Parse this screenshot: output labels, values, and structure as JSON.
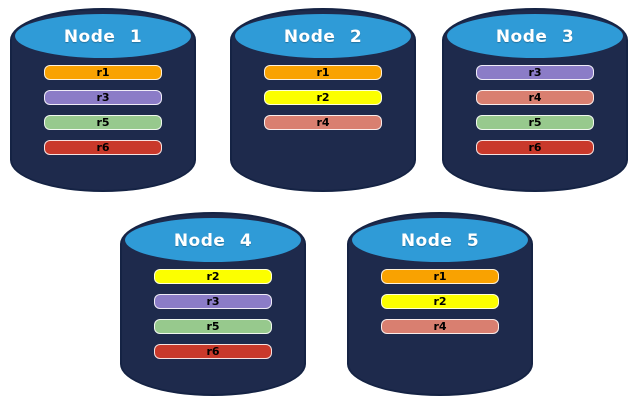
{
  "diagram": {
    "kind": "database-replica-distribution",
    "nodes": [
      {
        "label": "Node 1",
        "replicas": [
          "r1",
          "r3",
          "r5",
          "r6"
        ]
      },
      {
        "label": "Node 2",
        "replicas": [
          "r1",
          "r2",
          "r4"
        ]
      },
      {
        "label": "Node 3",
        "replicas": [
          "r3",
          "r4",
          "r5",
          "r6"
        ]
      },
      {
        "label": "Node 4",
        "replicas": [
          "r2",
          "r3",
          "r5",
          "r6"
        ]
      },
      {
        "label": "Node 5",
        "replicas": [
          "r1",
          "r2",
          "r4"
        ]
      }
    ],
    "colors": {
      "cylinder_body": "#1E2A4C",
      "cylinder_body_edge": "#152344",
      "cylinder_top": "#2F9BD7",
      "cylinder_top_edge": "#1E2A4C",
      "title_text": "#FFFFFF",
      "replica_text": "#000000",
      "replicas": {
        "r1": "#F9A201",
        "r2": "#FCFF00",
        "r3": "#8B7CC7",
        "r4": "#D97F70",
        "r5": "#97C98D",
        "r6": "#C9392B"
      }
    }
  }
}
